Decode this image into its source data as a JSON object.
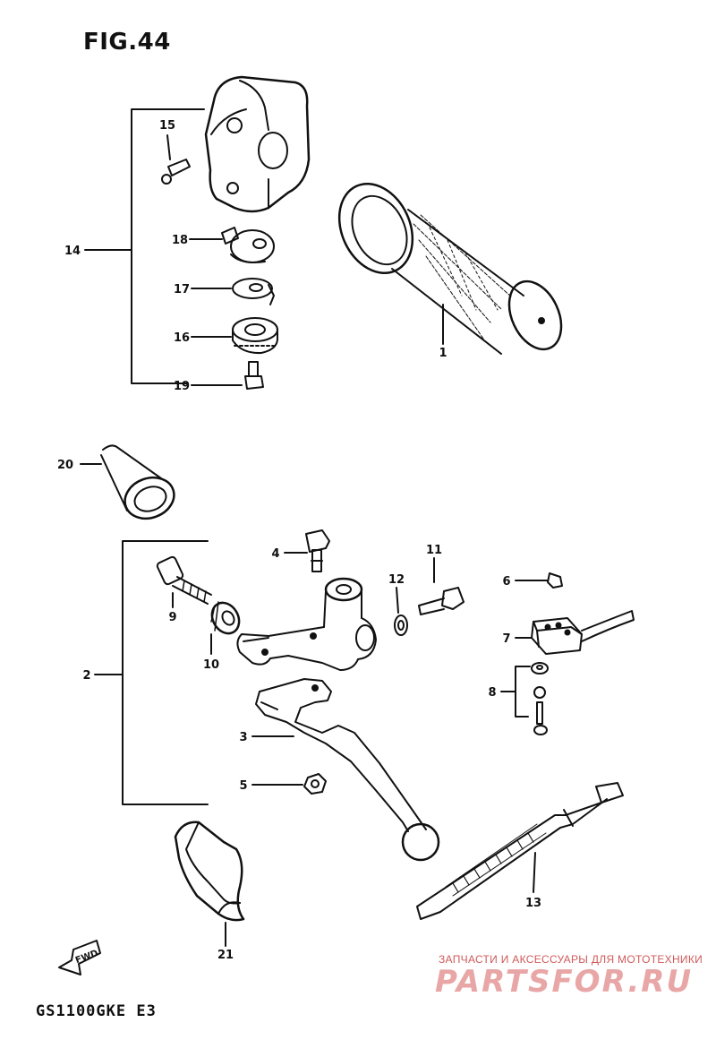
{
  "title": "FIG.44",
  "model_code": "GS1100GKE E3",
  "forward_marker": "FWD",
  "watermark": {
    "caption": "ЗАПЧАСТИ И АКСЕССУАРЫ ДЛЯ МОТОТЕХНИКИ",
    "logo": "PARTSFOR.RU",
    "caption_color": "#d05a5a",
    "logo_color": "#e8a6a6"
  },
  "callouts": {
    "c1": "1",
    "c2": "2",
    "c3": "3",
    "c4": "4",
    "c5": "5",
    "c6": "6",
    "c7": "7",
    "c8": "8",
    "c9": "9",
    "c10": "10",
    "c11": "11",
    "c12": "12",
    "c13": "13",
    "c14": "14",
    "c15": "15",
    "c16": "16",
    "c17": "17",
    "c18": "18",
    "c19": "19",
    "c20": "20",
    "c21": "21"
  }
}
